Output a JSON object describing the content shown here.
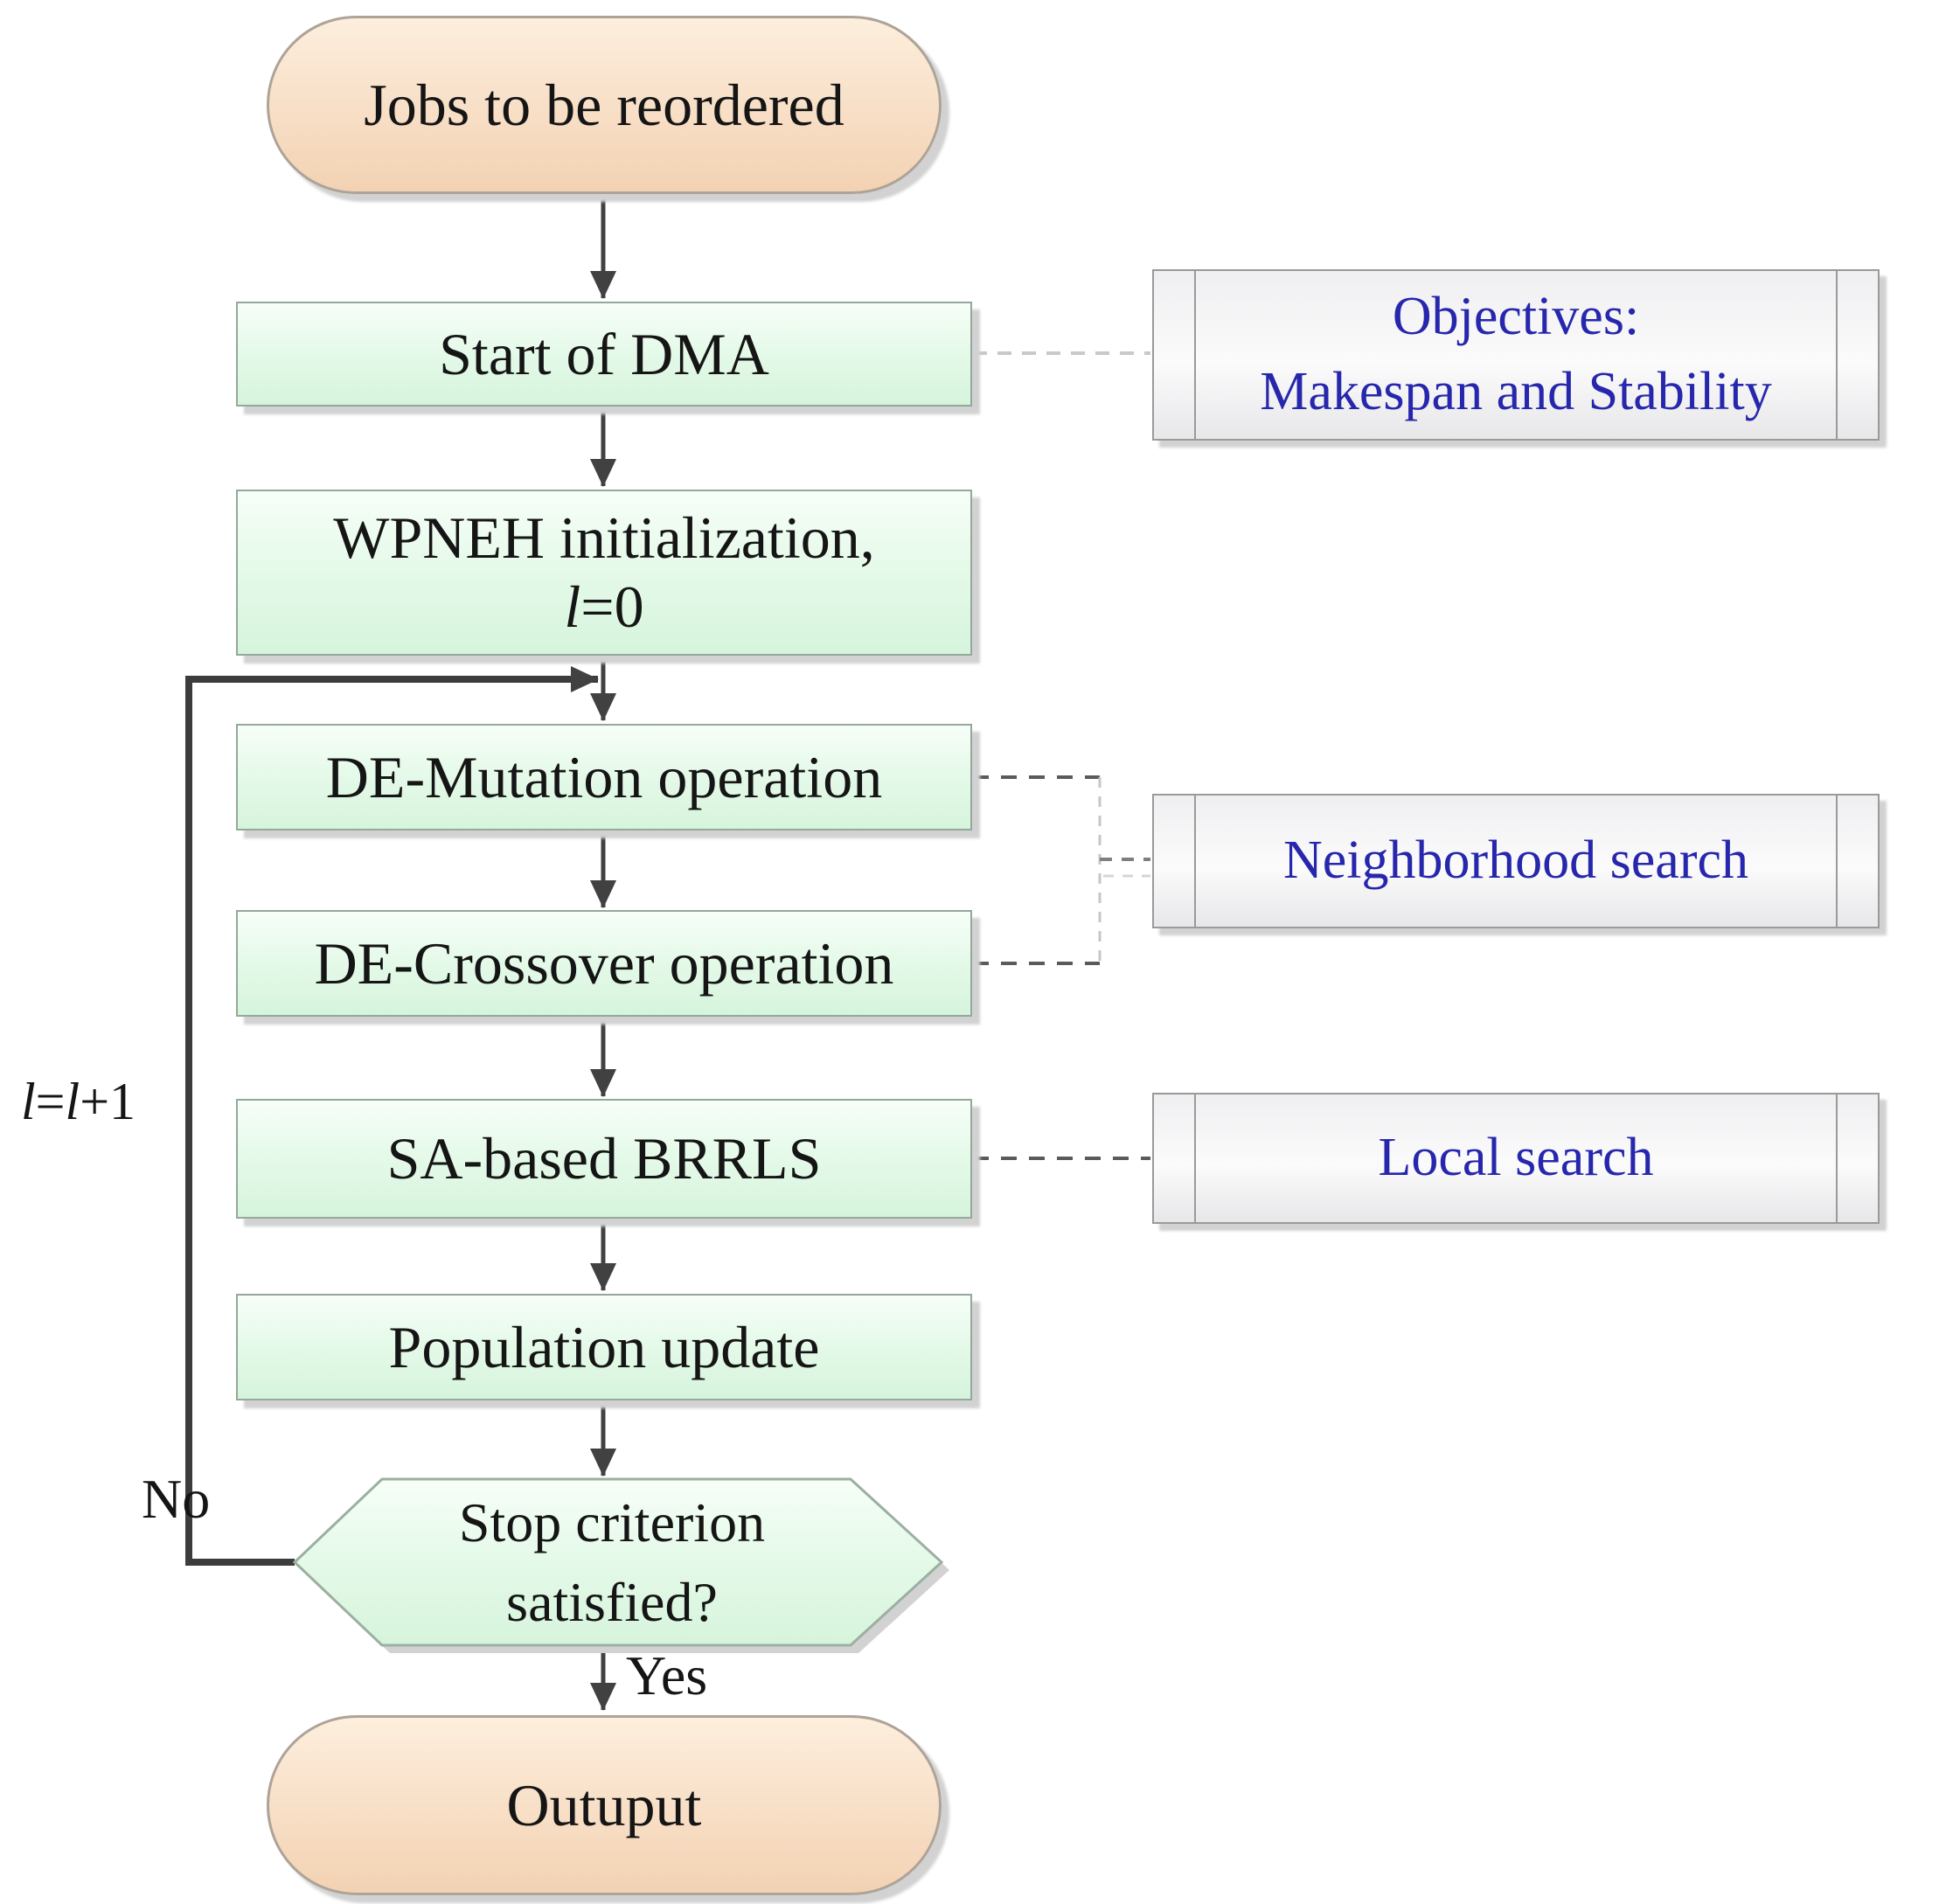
{
  "nodes": {
    "jobs": {
      "label": "Jobs to be reordered"
    },
    "start_dma": {
      "label": "Start of DMA"
    },
    "wpneh": {
      "line1": "WPNEH initialization,",
      "var": "l",
      "rest": "=0"
    },
    "de_mutation": {
      "label": "DE-Mutation operation"
    },
    "de_crossover": {
      "label": "DE-Crossover operation"
    },
    "sa_brrls": {
      "label": "SA-based BRRLS"
    },
    "population_update": {
      "label": "Population update"
    },
    "stop_criterion": {
      "line1": "Stop criterion",
      "line2": "satisfied?"
    },
    "output": {
      "label": "Outuput"
    }
  },
  "edge_labels": {
    "no": "No",
    "yes": "Yes",
    "inc_var1": "l",
    "inc_eq": "=",
    "inc_var2": "l",
    "inc_rest": "+1"
  },
  "annotations": {
    "objectives": {
      "line1": "Objectives:",
      "line2": "Makespan and Stability"
    },
    "neighborhood": {
      "label": "Neighborhood search"
    },
    "local": {
      "label": "Local search"
    }
  },
  "colors": {
    "process-fill-top": "#f7fef8",
    "process-fill-mid": "#e6faea",
    "process-fill-bottom": "#d6f4dc",
    "process-border": "#94a89b",
    "terminal-fill-top": "#fdeedd",
    "terminal-fill-bottom": "#f3d2b3",
    "terminal-border": "#ada398",
    "annotation-text": "#2727ad",
    "annotation-border": "#9a9a9a",
    "arrow": "#414141",
    "node-text": "#151515"
  }
}
